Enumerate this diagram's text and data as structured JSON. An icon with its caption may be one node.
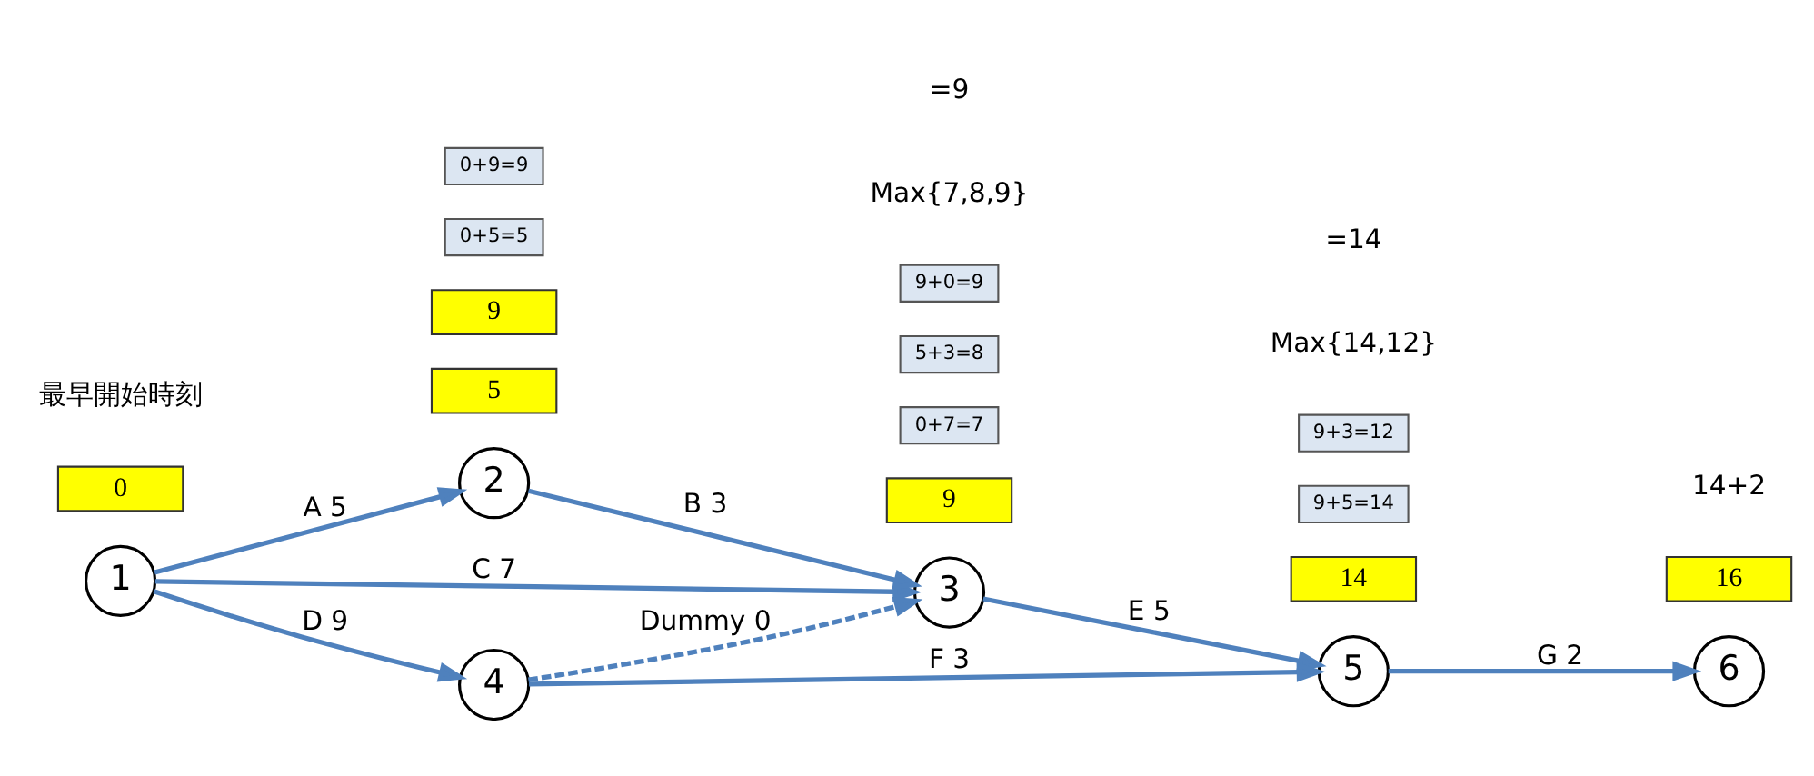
{
  "diagram": {
    "nodes": [
      {
        "text": [
          "1"
        ]
      },
      {
        "text": [
          "2"
        ]
      },
      {
        "text": [
          "3"
        ]
      },
      {
        "text": [
          "4"
        ]
      },
      {
        "text": [
          "5"
        ]
      },
      {
        "text": [
          "6"
        ]
      },
      {
        "text": [
          "0"
        ]
      },
      {
        "text": [
          "5"
        ]
      },
      {
        "text": [
          "9"
        ]
      },
      {
        "text": [
          "14"
        ]
      },
      {
        "text": [
          "16"
        ]
      },
      {
        "text": [
          "9"
        ]
      },
      {
        "text": [
          "0+7=7"
        ]
      },
      {
        "text": [
          "0+5=5"
        ]
      },
      {
        "text": [
          "5+3=8"
        ]
      },
      {
        "text": [
          "9+5=14"
        ]
      },
      {
        "text": [
          "9+0=9"
        ]
      },
      {
        "text": [
          "9+3=12"
        ]
      },
      {
        "text": [
          "0+9=9"
        ]
      }
    ],
    "edges": [
      {
        "from": 0,
        "to": 2,
        "arrow": "to",
        "label": "C 7"
      },
      {
        "from": 0,
        "to": 1,
        "arrow": "to",
        "label": "A 5"
      },
      {
        "from": 1,
        "to": 2,
        "arrow": "to",
        "label": "B 3"
      },
      {
        "from": 2,
        "to": 4,
        "arrow": "to",
        "label": "E 5"
      },
      {
        "from": 4,
        "to": 5,
        "arrow": "to",
        "label": "G 2"
      },
      {
        "from": 3,
        "to": 2,
        "arrow": "to",
        "label": "Dummy 0",
        "style": "dashed"
      },
      {
        "from": 0,
        "to": 3,
        "arrow": "to",
        "label": "D 9"
      },
      {
        "from": 3,
        "to": 4,
        "arrow": "to",
        "label": "F 3"
      }
    ],
    "labels": [
      "Max{7,8,9}",
      "=9",
      "Max{14,12}",
      "=14",
      "最早開始時刻",
      "14+2"
    ]
  }
}
